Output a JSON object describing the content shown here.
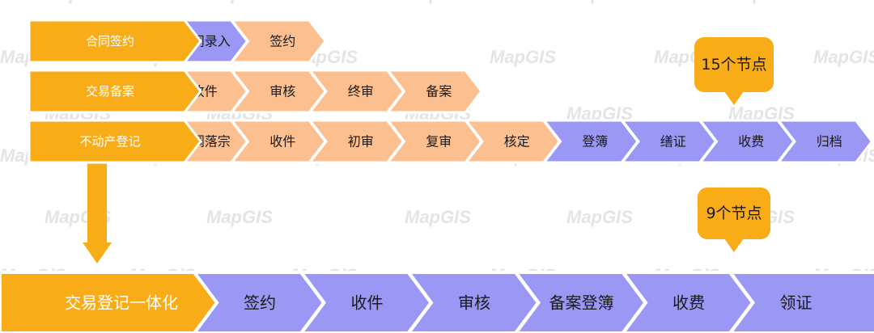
{
  "watermark": "MapGIS",
  "colors": {
    "orange": "#f8ad18",
    "peach": "#fbbf90",
    "purple": "#9b98f5",
    "stroke": "#ffffff"
  },
  "rows": [
    {
      "id": "contract",
      "label": "合同签约",
      "steps": [
        {
          "label": "合同录入",
          "color": "purple"
        },
        {
          "label": "签约",
          "color": "peach"
        }
      ]
    },
    {
      "id": "filing",
      "label": "交易备案",
      "steps": [
        {
          "label": "收件",
          "color": "peach"
        },
        {
          "label": "审核",
          "color": "peach"
        },
        {
          "label": "终审",
          "color": "peach"
        },
        {
          "label": "备案",
          "color": "peach"
        }
      ]
    },
    {
      "id": "registration",
      "label": "不动产登记",
      "steps": [
        {
          "label": "权调落宗",
          "color": "peach"
        },
        {
          "label": "收件",
          "color": "peach"
        },
        {
          "label": "初审",
          "color": "peach"
        },
        {
          "label": "复审",
          "color": "peach"
        },
        {
          "label": "核定",
          "color": "peach"
        },
        {
          "label": "登簿",
          "color": "purple"
        },
        {
          "label": "缮证",
          "color": "purple"
        },
        {
          "label": "收费",
          "color": "purple"
        },
        {
          "label": "归档",
          "color": "purple"
        }
      ]
    }
  ],
  "integrated": {
    "label": "交易登记一体化",
    "steps": [
      {
        "label": "签约",
        "color": "purple"
      },
      {
        "label": "收件",
        "color": "purple"
      },
      {
        "label": "审核",
        "color": "purple"
      },
      {
        "label": "备案登簿",
        "color": "purple"
      },
      {
        "label": "收费",
        "color": "purple"
      },
      {
        "label": "领证",
        "color": "purple"
      }
    ]
  },
  "callouts": {
    "top": "15个节点",
    "bottom": "9个节点"
  }
}
